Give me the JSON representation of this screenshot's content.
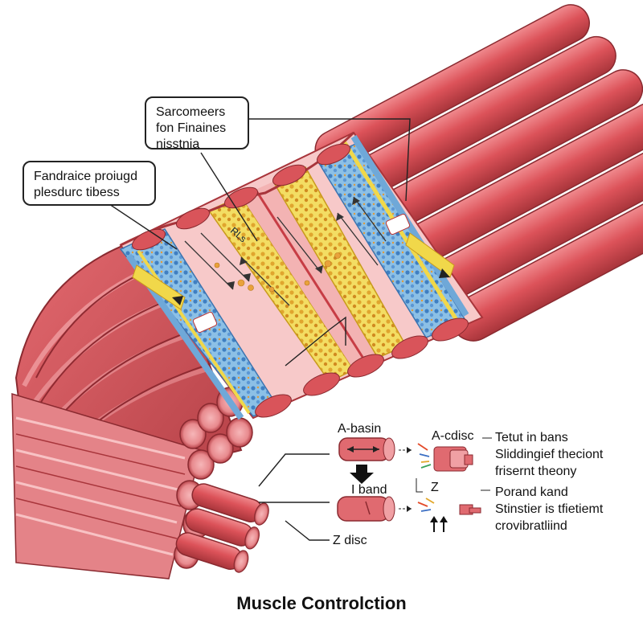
{
  "callouts": {
    "top": {
      "line1": "Sarcomeers",
      "line2": "fon Finaines",
      "line3": "nisstnia"
    },
    "left": {
      "line1": "Fandraice proiugd",
      "line2": "plesdurc tibess"
    }
  },
  "inset": {
    "a_band": "A-basin",
    "i_band": "I band",
    "z_disc": "Z disc",
    "a_disc": "A-cdisc",
    "z": "Z"
  },
  "notes": {
    "line1": "Tetut in bans",
    "line2": "Sliddingief theciont",
    "line3": "frisernt theony",
    "line4": "Porand kand",
    "line5": "Stinstier is tfietiemt",
    "line6": "crovibratliind"
  },
  "diagram_labels": {
    "label_a": "RLs"
  },
  "title": "Muscle Controlction",
  "colors": {
    "muscle": "#d9545a",
    "muscle_dark": "#a83238",
    "muscle_light": "#f2a5a8",
    "blue_band": "#6fa8d8",
    "yellow_band": "#f1d84a",
    "pink_zone": "#f7c6c6",
    "dots_orange": "#e9a23b"
  }
}
